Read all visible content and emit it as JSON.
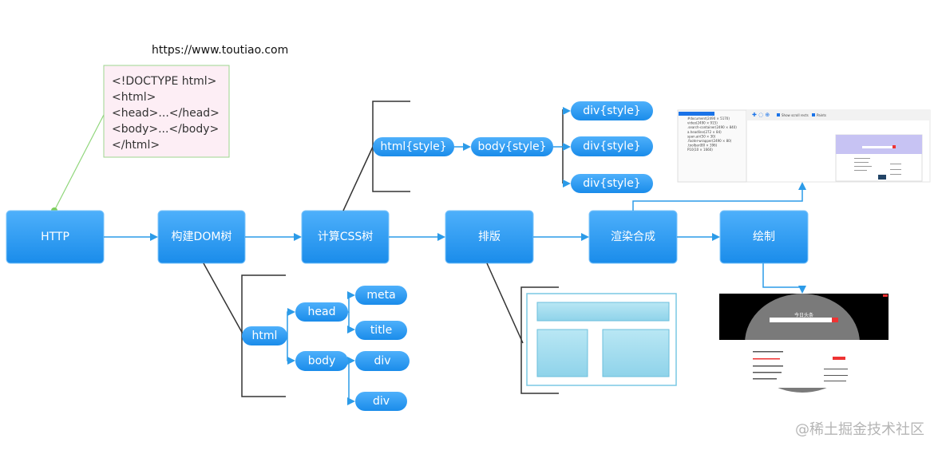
{
  "url": "https://www.toutiao.com",
  "code_lines": [
    "<!DOCTYPE html>",
    "<html>",
    "  <head>...</head>",
    "  <body>...</body>",
    "</html>"
  ],
  "stages": [
    "HTTP",
    "构建DOM树",
    "计算CSS树",
    "排版",
    "渲染合成",
    "绘制"
  ],
  "css_tree": {
    "root": "html{style}",
    "body": "body{style}",
    "children": [
      "div{style}",
      "div{style}",
      "div{style}"
    ]
  },
  "dom_tree": {
    "root": "html",
    "head": "head",
    "body": "body",
    "head_children": [
      "meta",
      "title"
    ],
    "body_children": [
      "div",
      "div"
    ]
  },
  "devtools": {
    "layers": [
      "#document(2490 × 5170)",
      "video(2490 × 915)",
      ".search-container(2490 × 840)",
      "a.headline(272 × 84)",
      "span.air(50 × 30)",
      ".footer-wrapper(2490 × 80)",
      ".toolbar(80 × 396)",
      "P10(10 × 1660)"
    ],
    "checkbox_scroll": "Show scroll rects",
    "checkbox_paints": "Paints"
  },
  "page_logo": "今日头条",
  "watermark": "@稀土掘金技术社区",
  "colors": {
    "node": "#2b9af3",
    "line": "#2c9be8",
    "code_bg": "#fdeef5",
    "code_border": "#9ed58f",
    "layout_fill": "#a6dff0"
  }
}
